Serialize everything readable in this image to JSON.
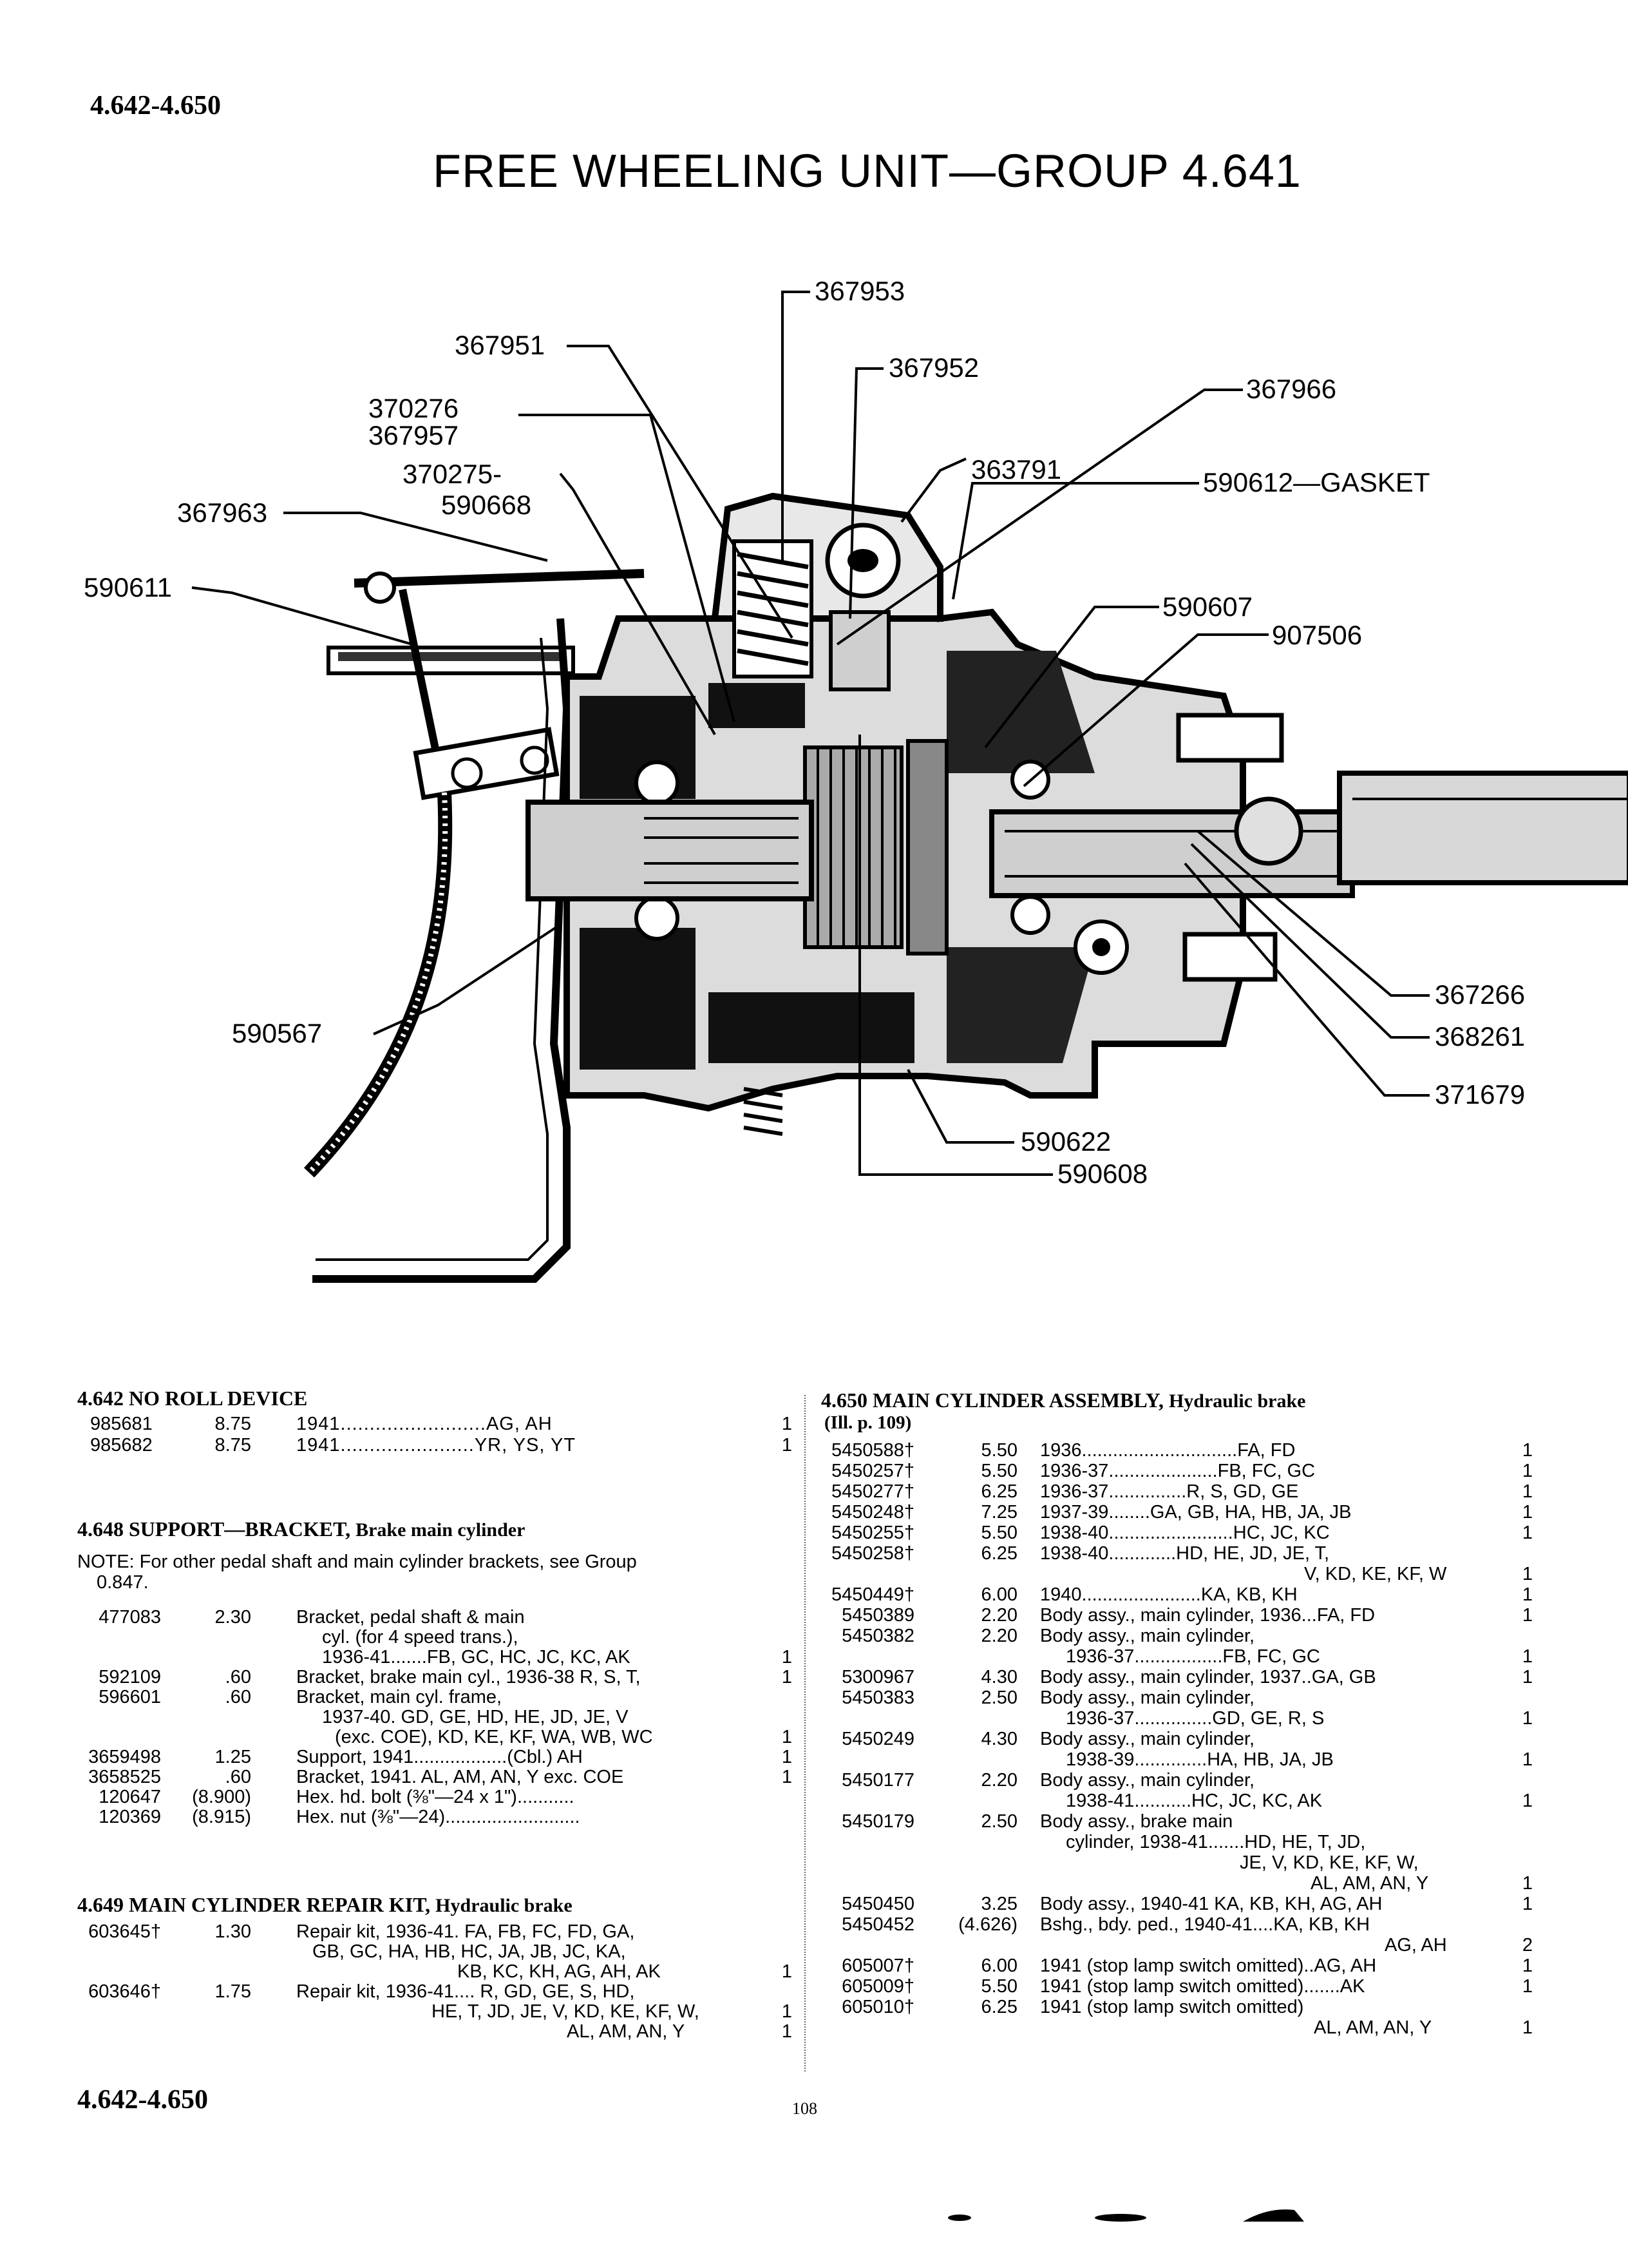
{
  "page_header": "4.642-4.650",
  "page_footer": "4.642-4.650",
  "page_number": "108",
  "title": "FREE WHEELING UNIT—GROUP 4.641",
  "callouts": [
    "367953",
    "367951",
    "367952",
    "370276",
    "367957",
    "367966",
    "370275-",
    "590668",
    "363791",
    "367963",
    "590612—GASKET",
    "590611",
    "590607",
    "907506",
    "590567",
    "367266",
    "368261",
    "371679",
    "590622",
    "590608"
  ],
  "sections": {
    "s4642": {
      "heading": "4.642  NO ROLL DEVICE",
      "rows": [
        {
          "num": "985681",
          "price": "8.75",
          "desc": "1941.........................AG, AH",
          "qty": "1"
        },
        {
          "num": "985682",
          "price": "8.75",
          "desc": "1941.......................YR, YS, YT",
          "qty": "1"
        }
      ]
    },
    "s4648": {
      "heading": "4.648  SUPPORT—BRACKET,",
      "heading_sub": "Brake main cylinder",
      "note_1": "NOTE: For other pedal shaft and main cylinder brackets, see Group",
      "note_2": "0.847.",
      "rows": [
        {
          "num": "477083",
          "price": "2.30",
          "desc": "Bracket, pedal shaft & main",
          "qty": ""
        },
        {
          "num": "",
          "price": "",
          "desc": "cyl. (for 4 speed trans.),",
          "qty": ""
        },
        {
          "num": "",
          "price": "",
          "desc": "1936-41.......FB, GC, HC, JC, KC, AK",
          "qty": "1"
        },
        {
          "num": "592109",
          "price": ".60",
          "desc": "Bracket, brake main cyl., 1936-38 R, S, T,",
          "qty": "1"
        },
        {
          "num": "596601",
          "price": ".60",
          "desc": "Bracket, main cyl. frame,",
          "qty": ""
        },
        {
          "num": "",
          "price": "",
          "desc": "1937-40. GD, GE, HD, HE, JD, JE, V",
          "qty": ""
        },
        {
          "num": "",
          "price": "",
          "desc": "(exc. COE), KD, KE, KF, WA, WB, WC",
          "qty": "1"
        },
        {
          "num": "3659498",
          "price": "1.25",
          "desc": "Support, 1941..................(Cbl.) AH",
          "qty": "1"
        },
        {
          "num": "3658525",
          "price": ".60",
          "desc": "Bracket, 1941. AL, AM, AN, Y exc. COE",
          "qty": "1"
        },
        {
          "num": "120647",
          "price": "(8.900)",
          "desc": "Hex. hd. bolt (⅜\"—24 x 1\")...........",
          "qty": ""
        },
        {
          "num": "120369",
          "price": "(8.915)",
          "desc": "Hex. nut (⅜\"—24)..........................",
          "qty": ""
        }
      ]
    },
    "s4649": {
      "heading": "4.649  MAIN CYLINDER REPAIR KIT,",
      "heading_sub": "Hydraulic brake",
      "rows": [
        {
          "num": "603645†",
          "price": "1.30",
          "desc": "Repair kit, 1936-41. FA, FB, FC, FD, GA,",
          "qty": ""
        },
        {
          "num": "",
          "price": "",
          "desc": "GB, GC, HA, HB, HC, JA, JB, JC, KA,",
          "qty": ""
        },
        {
          "num": "",
          "price": "",
          "desc": "KB, KC, KH, AG, AH, AK",
          "qty": "1"
        },
        {
          "num": "603646†",
          "price": "1.75",
          "desc": "Repair kit, 1936-41.... R, GD, GE, S, HD,",
          "qty": ""
        },
        {
          "num": "",
          "price": "",
          "desc": "HE, T, JD, JE, V, KD, KE, KF, W,",
          "qty": "1"
        },
        {
          "num": "",
          "price": "",
          "desc": "AL, AM, AN, Y",
          "qty": "1"
        }
      ]
    },
    "s4650": {
      "heading": "4.650  MAIN CYLINDER ASSEMBLY,",
      "heading_sub": "Hydraulic brake",
      "heading_2": "(Ill. p. 109)",
      "rows": [
        {
          "num": "5450588†",
          "price": "5.50",
          "desc": "1936..............................FA, FD",
          "qty": "1"
        },
        {
          "num": "5450257†",
          "price": "5.50",
          "desc": "1936-37.....................FB, FC, GC",
          "qty": "1"
        },
        {
          "num": "5450277†",
          "price": "6.25",
          "desc": "1936-37...............R, S, GD, GE",
          "qty": "1"
        },
        {
          "num": "5450248†",
          "price": "7.25",
          "desc": "1937-39........GA, GB, HA, HB, JA, JB",
          "qty": "1"
        },
        {
          "num": "5450255†",
          "price": "5.50",
          "desc": "1938-40........................HC, JC, KC",
          "qty": "1"
        },
        {
          "num": "5450258†",
          "price": "6.25",
          "desc": "1938-40.............HD, HE, JD, JE, T,",
          "qty": ""
        },
        {
          "num": "",
          "price": "",
          "desc": "V, KD, KE, KF, W",
          "qty": "1"
        },
        {
          "num": "5450449†",
          "price": "6.00",
          "desc": "1940.......................KA, KB, KH",
          "qty": "1"
        },
        {
          "num": "5450389",
          "price": "2.20",
          "desc": "Body assy., main cylinder, 1936...FA, FD",
          "qty": "1"
        },
        {
          "num": "5450382",
          "price": "2.20",
          "desc": "Body assy., main cylinder,",
          "qty": ""
        },
        {
          "num": "",
          "price": "",
          "desc": "1936-37.................FB, FC, GC",
          "qty": "1"
        },
        {
          "num": "5300967",
          "price": "4.30",
          "desc": "Body assy., main cylinder, 1937..GA, GB",
          "qty": "1"
        },
        {
          "num": "5450383",
          "price": "2.50",
          "desc": "Body assy., main cylinder,",
          "qty": ""
        },
        {
          "num": "",
          "price": "",
          "desc": "1936-37...............GD, GE, R, S",
          "qty": "1"
        },
        {
          "num": "5450249",
          "price": "4.30",
          "desc": "Body assy., main cylinder,",
          "qty": ""
        },
        {
          "num": "",
          "price": "",
          "desc": "1938-39..............HA, HB, JA, JB",
          "qty": "1"
        },
        {
          "num": "5450177",
          "price": "2.20",
          "desc": "Body assy., main cylinder,",
          "qty": ""
        },
        {
          "num": "",
          "price": "",
          "desc": "1938-41...........HC, JC, KC, AK",
          "qty": "1"
        },
        {
          "num": "5450179",
          "price": "2.50",
          "desc": "Body assy., brake main",
          "qty": ""
        },
        {
          "num": "",
          "price": "",
          "desc": "cylinder, 1938-41.......HD, HE, T, JD,",
          "qty": ""
        },
        {
          "num": "",
          "price": "",
          "desc": "JE, V, KD, KE, KF, W,",
          "qty": ""
        },
        {
          "num": "",
          "price": "",
          "desc": "AL, AM, AN, Y",
          "qty": "1"
        },
        {
          "num": "5450450",
          "price": "3.25",
          "desc": "Body assy., 1940-41 KA, KB, KH, AG, AH",
          "qty": "1"
        },
        {
          "num": "5450452",
          "price": "(4.626)",
          "desc": "Bshg., bdy. ped., 1940-41....KA, KB, KH",
          "qty": ""
        },
        {
          "num": "",
          "price": "",
          "desc": "AG, AH",
          "qty": "2"
        },
        {
          "num": "605007†",
          "price": "6.00",
          "desc": "1941 (stop lamp switch omitted)..AG, AH",
          "qty": "1"
        },
        {
          "num": "605009†",
          "price": "5.50",
          "desc": "1941 (stop lamp switch omitted).......AK",
          "qty": "1"
        },
        {
          "num": "605010†",
          "price": "6.25",
          "desc": "1941 (stop lamp switch omitted)",
          "qty": ""
        },
        {
          "num": "",
          "price": "",
          "desc": "AL, AM, AN, Y",
          "qty": "1"
        }
      ]
    }
  }
}
